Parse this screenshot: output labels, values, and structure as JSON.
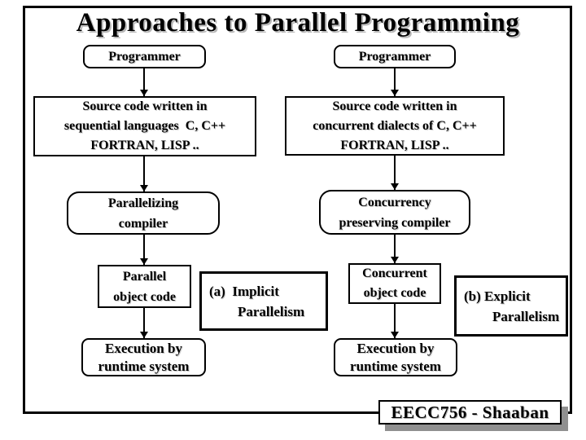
{
  "slide": {
    "title": "Approaches to Parallel Programming",
    "footer": "EECC756 - Shaaban"
  },
  "colors": {
    "ink": "#000000",
    "title_shadow": "#b8b8b8",
    "footer_shadow": "#909090"
  },
  "left": {
    "programmer": "Programmer",
    "source": [
      "Source code written in",
      "sequential languages  C, C++",
      "FORTRAN, LISP .."
    ],
    "compiler": [
      "Parallelizing",
      "compiler"
    ],
    "object_code": [
      "Parallel",
      "object code"
    ],
    "execution": [
      "Execution by",
      "runtime system"
    ],
    "label": {
      "line1": "(a)  Implicit",
      "line2": "Parallelism"
    }
  },
  "right": {
    "programmer": "Programmer",
    "source": [
      "Source code written in",
      "concurrent dialects of C, C++",
      "FORTRAN, LISP .."
    ],
    "compiler": [
      "Concurrency",
      "preserving compiler"
    ],
    "object_code": [
      "Concurrent",
      "object code"
    ],
    "execution": [
      "Execution by",
      "runtime system"
    ],
    "label": {
      "line1": "(b) Explicit",
      "line2": "Parallelism"
    }
  }
}
